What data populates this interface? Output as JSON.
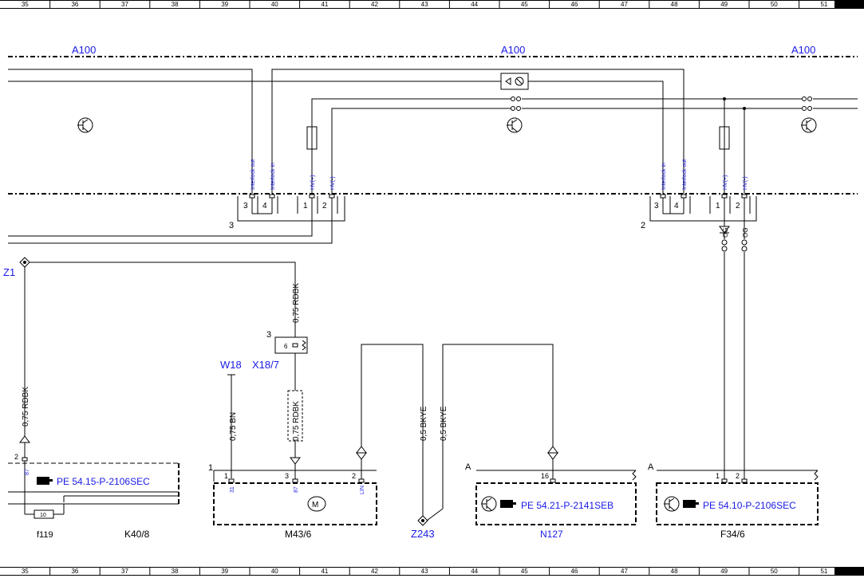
{
  "ruler": {
    "columns": [
      "35",
      "36",
      "37",
      "38",
      "39",
      "40",
      "41",
      "42",
      "43",
      "44",
      "45",
      "46",
      "47",
      "48",
      "49",
      "50",
      "51"
    ]
  },
  "a100": {
    "label_left": "A100",
    "label_mid": "A100",
    "label_right": "A100"
  },
  "a100_pins": {
    "interlock_out": "Interlock out",
    "interlock_in": "Interlock in",
    "hv_plus": "HV(+)",
    "hv_minus": "HV(-)",
    "pin3": "3",
    "pin4": "4",
    "pin1": "1",
    "pin2": "2",
    "connector_left": "3",
    "connector_right": "2",
    "og": "OG"
  },
  "wires": {
    "rdbk_top": "0,75 RDBK",
    "rdbk_mid": "0,75 RDBK",
    "rdbk_left": "0,75 RDBK",
    "bn": "0,75 BN",
    "bkye1": "0,5 BKYE",
    "bkye2": "0,5 BKYE"
  },
  "connectors": {
    "z1": "Z1",
    "w18": "W18",
    "x18_7": "X18/7",
    "x18_pin": "6",
    "x18_side": "3",
    "z243": "Z243"
  },
  "k40": {
    "ref": "PE 54.15-P-2106SEC",
    "name": "K40/8",
    "fuse": "f119",
    "fuse_value": "10",
    "pin": "2",
    "pin_label": "87"
  },
  "m43": {
    "name": "M43/6",
    "box_pin": "1",
    "pin1": "1",
    "pin3": "3",
    "pin2": "2",
    "lbl1": "31",
    "lbl3": "87",
    "lbl2": "LIN"
  },
  "n127": {
    "ref": "PE 54.21-P-2141SEB",
    "name": "N127",
    "corner": "A",
    "pin": "16"
  },
  "f34": {
    "ref": "PE 54.10-P-2106SEC",
    "name": "F34/6",
    "corner": "A",
    "pin1": "1",
    "pin2": "2"
  }
}
